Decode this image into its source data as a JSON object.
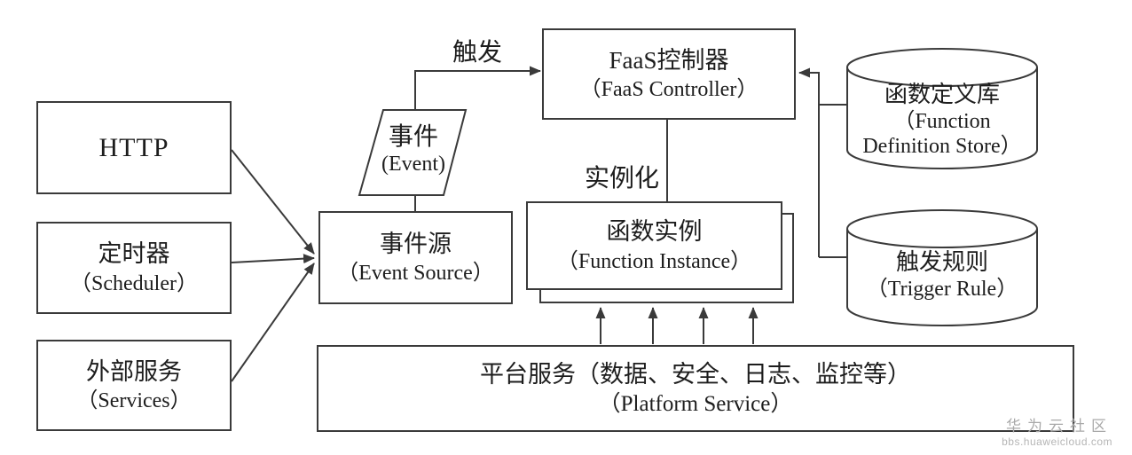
{
  "nodes": {
    "http": {
      "label": "HTTP"
    },
    "scheduler": {
      "zh": "定时器",
      "en": "（Scheduler）"
    },
    "services": {
      "zh": "外部服务",
      "en": "（Services）"
    },
    "event": {
      "zh": "事件",
      "en": "(Event)"
    },
    "event_source": {
      "zh": "事件源",
      "en": "（Event Source）"
    },
    "faas_controller": {
      "zh": "FaaS控制器",
      "en": "（FaaS Controller）"
    },
    "function_instance": {
      "zh": "函数实例",
      "en": "（Function Instance）"
    },
    "function_definition_store": {
      "zh": "函数定义库",
      "en1": "（Function",
      "en2": "Definition Store）"
    },
    "trigger_rule": {
      "zh": "触发规则",
      "en": "（Trigger Rule）"
    },
    "platform_service": {
      "zh": "平台服务（数据、安全、日志、监控等）",
      "en": "（Platform Service）"
    }
  },
  "edge_labels": {
    "trigger": "触发",
    "instantiate": "实例化"
  },
  "watermark": {
    "line1": "华为云社区",
    "line2": "bbs.huaweicloud.com"
  },
  "colors": {
    "stroke": "#3a3a3a",
    "text": "#1d1d1d",
    "watermark": "#a9a9a9",
    "background": "#ffffff"
  }
}
